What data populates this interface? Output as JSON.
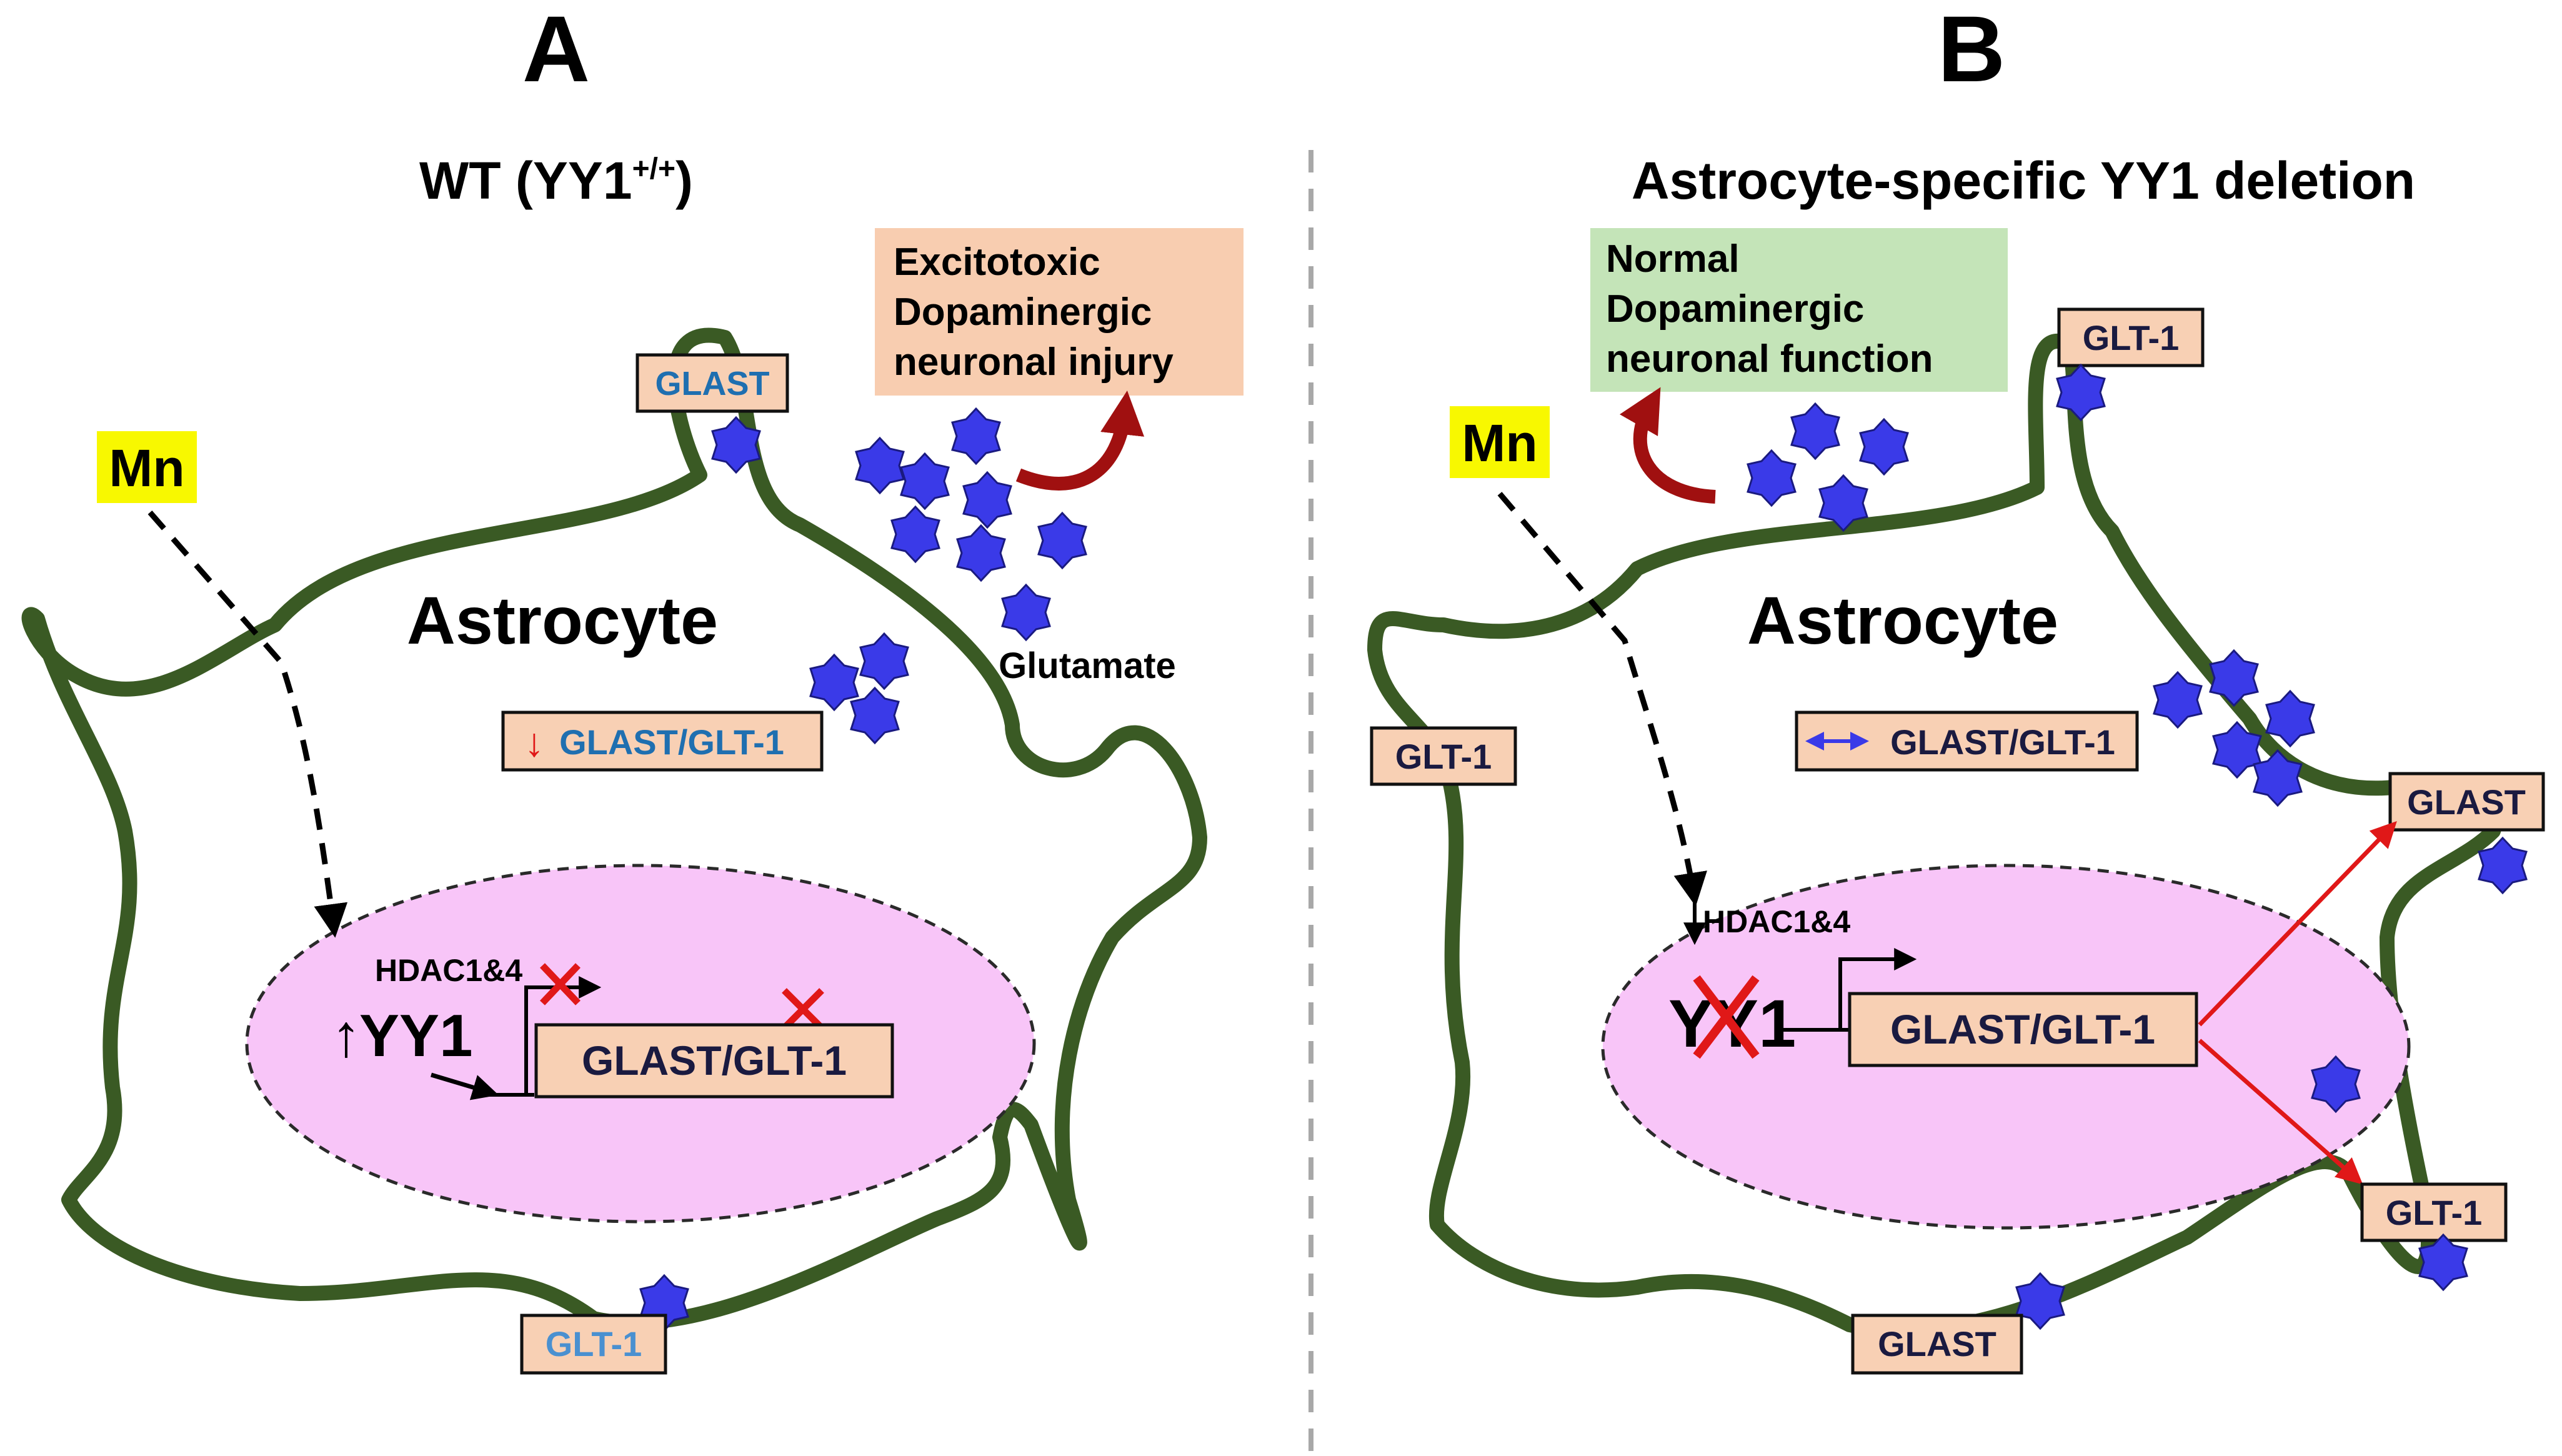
{
  "panels": {
    "a": {
      "letter": "A",
      "title_main": "WT (YY1",
      "title_sup": "+/+",
      "title_end": ")",
      "mn_label": "Mn",
      "cell_label": "Astrocyte",
      "effect_box": [
        "Excitotoxic",
        "Dopaminergic",
        "neuronal injury"
      ],
      "glutamate_label": "Glutamate",
      "membrane_label_top": "GLAST",
      "membrane_label_bottom": "GLT-1",
      "protein_arrow": "↓",
      "protein_label": "GLAST/GLT-1",
      "hdac_label": "HDAC1&4",
      "yy1_arrow": "↑",
      "yy1_label": "YY1",
      "gene_label": "GLAST/GLT-1"
    },
    "b": {
      "letter": "B",
      "title": "Astrocyte-specific YY1 deletion",
      "mn_label": "Mn",
      "cell_label": "Astrocyte",
      "effect_box": [
        "Normal",
        "Dopaminergic",
        "neuronal function"
      ],
      "membrane_label_top": "GLT-1",
      "membrane_label_left": "GLT-1",
      "membrane_label_right_top": "GLAST",
      "membrane_label_right_bottom": "GLT-1",
      "membrane_label_bottom": "GLAST",
      "protein_arrow": "↔",
      "protein_label": "GLAST/GLT-1",
      "hdac_label": "HDAC1&4",
      "yy1_label": "YY1",
      "gene_label": "GLAST/GLT-1"
    }
  },
  "colors": {
    "membrane": "#3a5a24",
    "nucleus_fill": "#f8c5f8",
    "label_box": "#f8d0b4",
    "effect_box_a": "#f8cdb0",
    "effect_box_b": "#c4e4b8",
    "glutamate": "#3a3ae8",
    "mn_highlight": "#f8f800",
    "red_mark": "#e01818",
    "curve_arrow": "#a01010",
    "text_blue": "#1f6fb0",
    "text_navy": "#1a1a40"
  }
}
